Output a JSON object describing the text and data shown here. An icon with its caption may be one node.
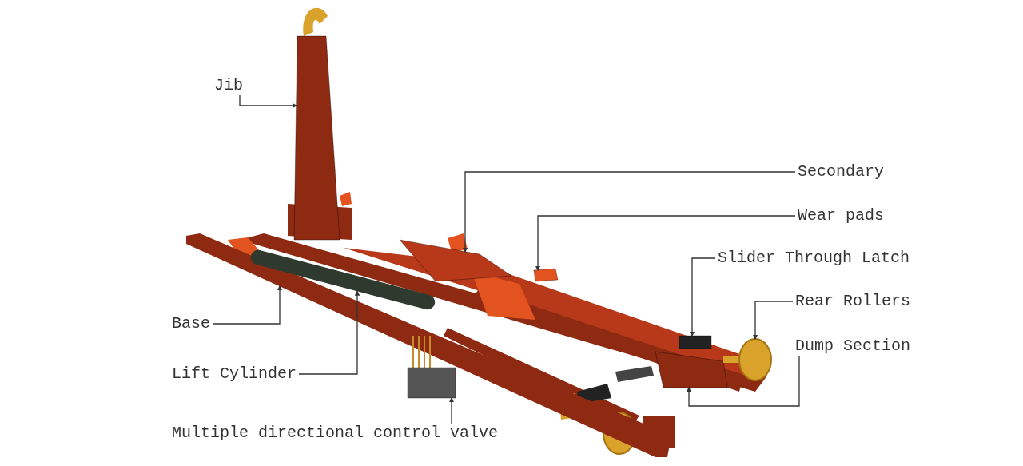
{
  "diagram": {
    "nodes": [
      {
        "text": [
          "Jib"
        ]
      },
      {
        "text": [],
        "shape": "box"
      },
      {
        "text": [
          "Secondary"
        ]
      },
      {
        "text": [],
        "shape": "box"
      },
      {
        "text": [
          "Wear pads"
        ]
      },
      {
        "text": [],
        "shape": "box"
      },
      {
        "text": [
          "Slider Through Latch"
        ]
      },
      {
        "text": [],
        "shape": "box"
      },
      {
        "text": [
          "Rear Rollers"
        ]
      },
      {
        "text": [],
        "shape": "circle"
      },
      {
        "text": [
          "Dump Section"
        ]
      },
      {
        "text": [],
        "shape": "box"
      },
      {
        "text": [
          "Base"
        ]
      },
      {
        "text": [],
        "shape": "bar"
      },
      {
        "text": [
          "Lift Cylinder"
        ]
      },
      {
        "text": [],
        "shape": "cylinder"
      },
      {
        "text": [
          "Multiple directional control valve"
        ]
      },
      {
        "text": [],
        "shape": "box"
      }
    ],
    "edges": [
      {
        "from": 0,
        "to": 1,
        "arrow": "to"
      },
      {
        "from": 2,
        "to": 3,
        "arrow": "to"
      },
      {
        "from": 4,
        "to": 5,
        "arrow": "to"
      },
      {
        "from": 6,
        "to": 7,
        "arrow": "to"
      },
      {
        "from": 8,
        "to": 9,
        "arrow": "to"
      },
      {
        "from": 10,
        "to": 11,
        "arrow": "to"
      },
      {
        "from": 12,
        "to": 13,
        "arrow": "to"
      },
      {
        "from": 14,
        "to": 15,
        "arrow": "to"
      },
      {
        "from": 16,
        "to": 17,
        "arrow": "to"
      }
    ]
  }
}
